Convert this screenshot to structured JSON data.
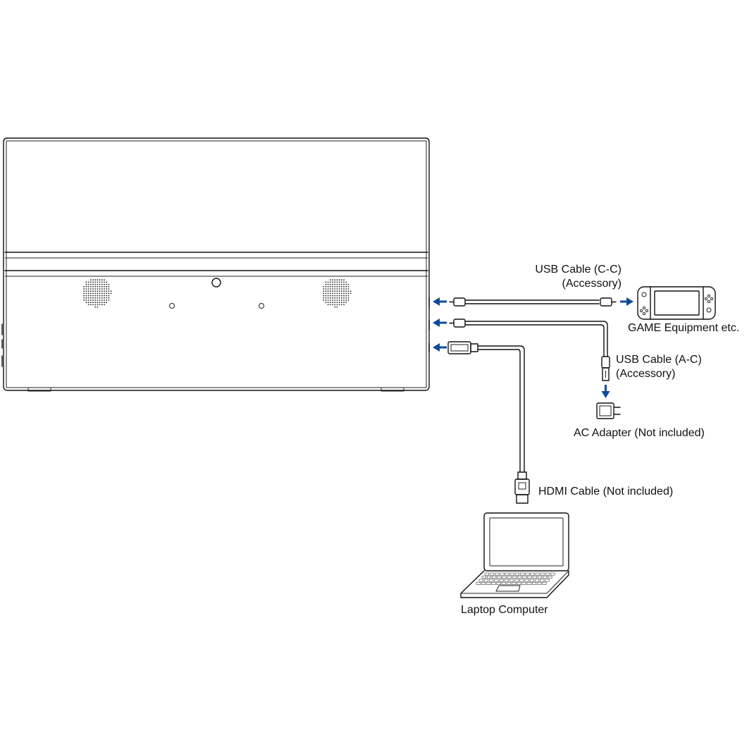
{
  "labels": {
    "usb_cc": {
      "line1": "USB Cable (C-C)",
      "line2": "(Accessory)"
    },
    "game": "GAME Equipment etc.",
    "usb_ac": {
      "line1": "USB Cable (A-C)",
      "line2": "(Accessory)"
    },
    "ac_adapter": "AC Adapter (Not included)",
    "hdmi": "HDMI Cable (Not included)",
    "laptop": "Laptop Computer"
  },
  "colors": {
    "arrow": "#0e4a9a",
    "line": "#111111"
  },
  "components": [
    "monitor-rear-view",
    "usb-c-c-cable",
    "usb-a-c-cable",
    "hdmi-cable",
    "game-console",
    "ac-adapter",
    "laptop-computer"
  ]
}
